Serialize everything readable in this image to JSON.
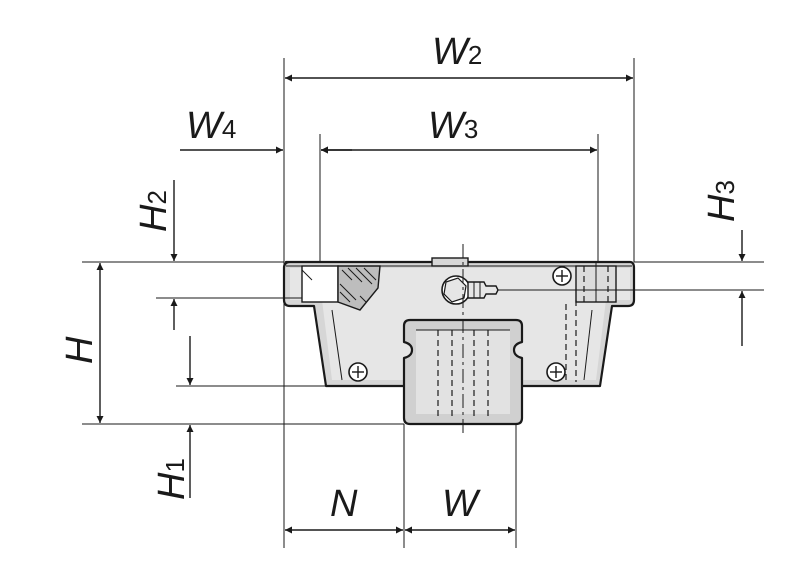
{
  "labels": {
    "W2": {
      "main": "W",
      "sub": "2"
    },
    "W3": {
      "main": "W",
      "sub": "3"
    },
    "W4": {
      "main": "W",
      "sub": "4"
    },
    "H": {
      "main": "H",
      "sub": ""
    },
    "H1": {
      "main": "H",
      "sub": "1"
    },
    "H2": {
      "main": "H",
      "sub": "2"
    },
    "H3": {
      "main": "H",
      "sub": "3"
    },
    "N": {
      "main": "N",
      "sub": ""
    },
    "W": {
      "main": "W",
      "sub": ""
    }
  }
}
